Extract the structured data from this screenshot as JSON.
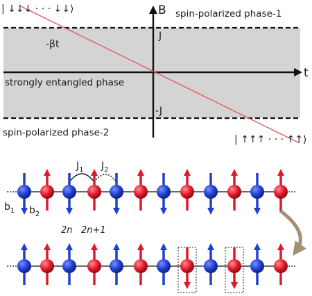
{
  "phase_diagram": {
    "axis_vertical_label": "B",
    "axis_horizontal_label": "t",
    "phase_top": "spin-polarized phase-1",
    "phase_middle": "strongly entangled phase",
    "phase_bottom": "spin-polarized phase-2",
    "level_upper": "J",
    "level_lower": "-J",
    "slope_label": "-βt",
    "state_top_left": "| ↓↓↓ · · · ↓↓⟩",
    "state_bottom_right": "| ↑↑↑ · · · ↑↑⟩",
    "band_color": "#d4d4d4",
    "line_color": "#e05a5a"
  },
  "spin_chain": {
    "coupling_1_base": "J",
    "coupling_1_sub": "1",
    "coupling_2_base": "J",
    "coupling_2_sub": "2",
    "site_1_base": "b",
    "site_1_sub": "1",
    "site_2_base": "b",
    "site_2_sub": "2",
    "index_even": "2n",
    "index_odd": "2n+1",
    "blue_color": "#1f3fd0",
    "red_color": "#e0192b",
    "transition_arrow_color": "#a39077",
    "top_row_spins": [
      "down",
      "up",
      "down",
      "up",
      "down",
      "up",
      "down",
      "up",
      "down",
      "up",
      "down",
      "up"
    ],
    "bottom_row_spins": [
      "up",
      "up",
      "up",
      "up",
      "up",
      "up",
      "up",
      "down",
      "up",
      "down",
      "up",
      "up"
    ],
    "highlighted_sites": [
      7,
      9
    ]
  }
}
